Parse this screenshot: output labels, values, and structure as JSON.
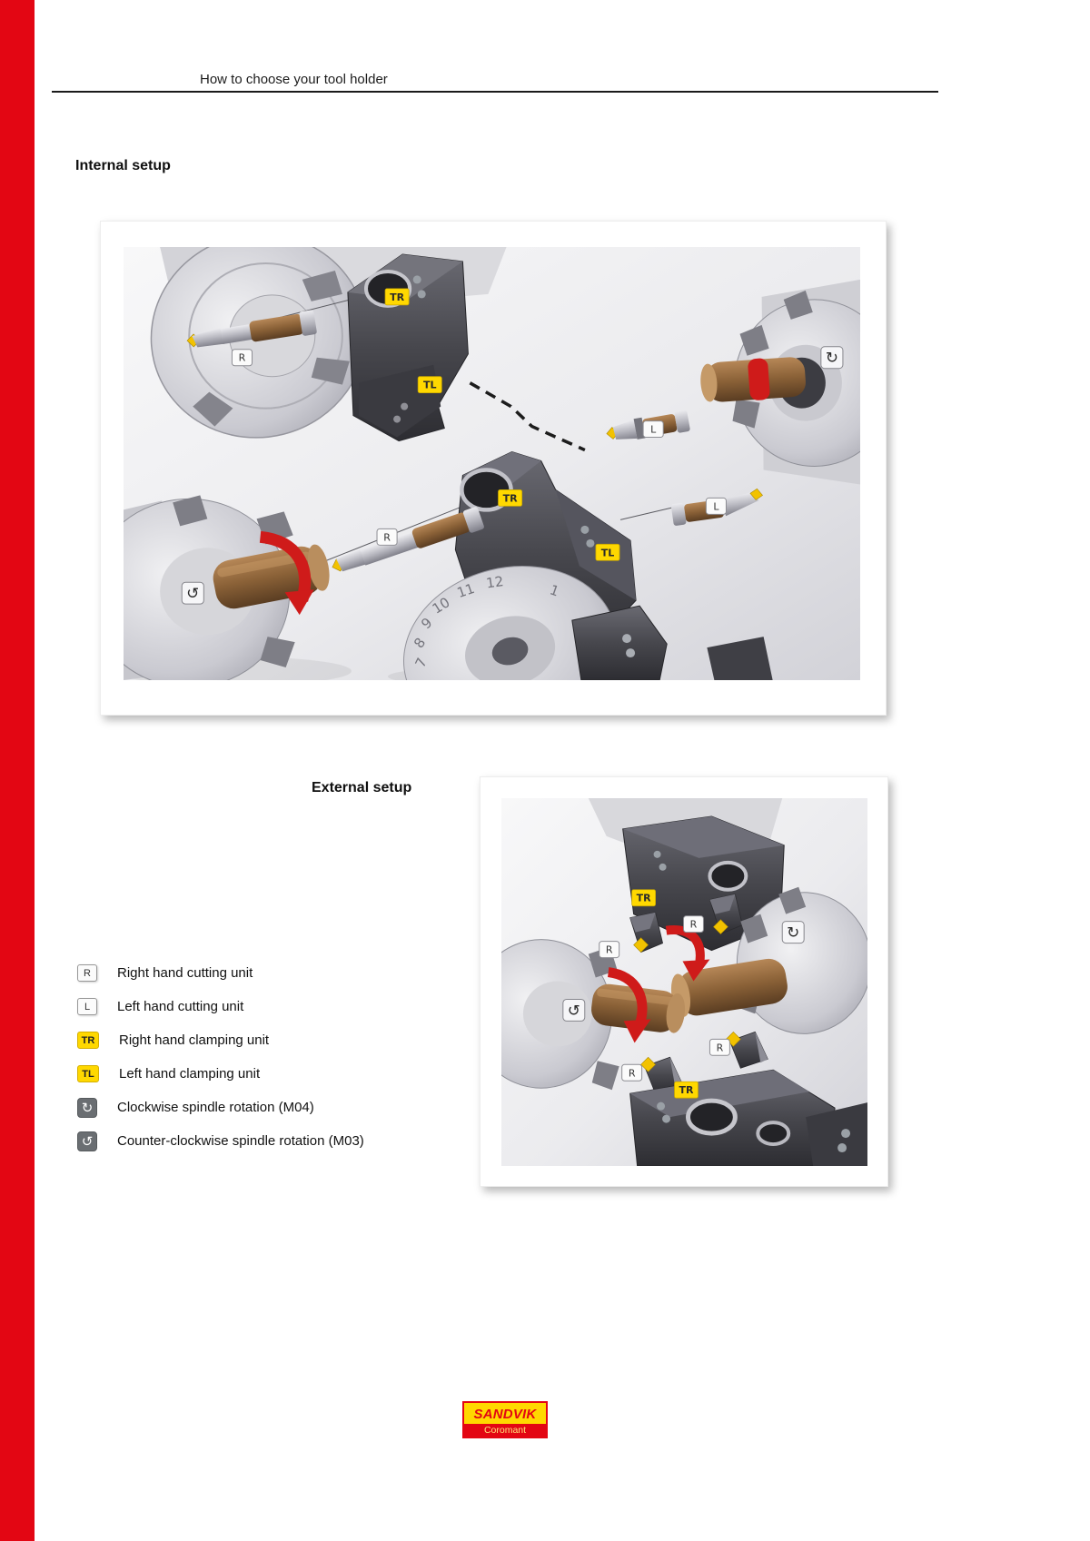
{
  "page": {
    "header_title": "How to choose your tool holder",
    "internal_heading": "Internal setup",
    "external_heading": "External setup"
  },
  "badges": {
    "right": "R",
    "left": "L",
    "clamp_right": "TR",
    "clamp_left": "TL"
  },
  "icons": {
    "clockwise_rotation": "↻",
    "counter_clockwise_rotation": "↺"
  },
  "internal_figure": {
    "turret_numbers": [
      "7",
      "8",
      "9",
      "10",
      "11",
      "12",
      "1"
    ]
  },
  "legend": {
    "items": [
      {
        "badge": "R",
        "label": "Right hand cutting unit"
      },
      {
        "badge": "L",
        "label": "Left hand cutting unit"
      },
      {
        "badge": "TR",
        "label": "Right hand clamping unit"
      },
      {
        "badge": "TL",
        "label": "Left hand clamping unit"
      },
      {
        "badge": "↻",
        "label": "Clockwise spindle rotation (M04)"
      },
      {
        "badge": "↺",
        "label": "Counter-clockwise spindle rotation (M03)"
      }
    ]
  },
  "logo": {
    "brand": "SANDVIK",
    "division": "Coromant"
  },
  "colors": {
    "accent_red": "#e30613",
    "badge_yellow": "#ffd800"
  }
}
